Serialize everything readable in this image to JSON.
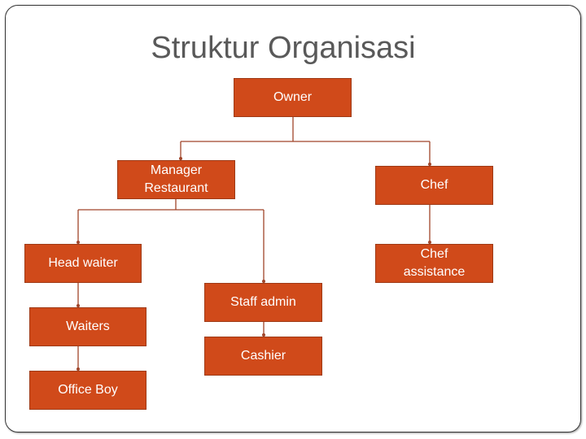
{
  "title": "Struktur Organisasi",
  "nodes": {
    "owner": "Owner",
    "manager": "Manager Restaurant",
    "chef": "Chef",
    "head_waiter": "Head waiter",
    "chef_assistance": "Chef assistance",
    "staff_admin": "Staff admin",
    "waiters": "Waiters",
    "cashier": "Cashier",
    "office_boy": "Office Boy"
  },
  "colors": {
    "box_fill": "#D04A1A",
    "box_border": "#9E3A16",
    "connector": "#A0452A",
    "title": "#595959"
  }
}
